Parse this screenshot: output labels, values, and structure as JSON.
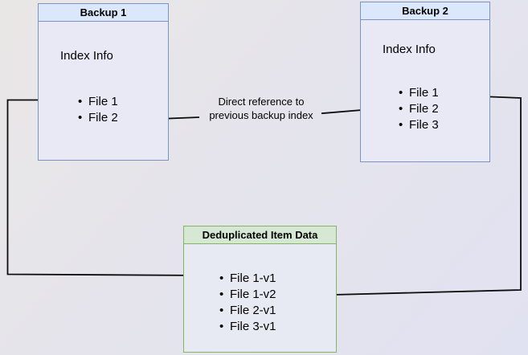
{
  "diagram": {
    "backup1": {
      "title": "Backup 1",
      "subtitle": "Index Info",
      "files": [
        "File 1",
        "File 2"
      ]
    },
    "backup2": {
      "title": "Backup 2",
      "subtitle": "Index Info",
      "files": [
        "File 1",
        "File 2",
        "File 3"
      ]
    },
    "dedup": {
      "title": "Deduplicated Item Data",
      "files": [
        "File 1-v1",
        "File 1-v2",
        "File 2-v1",
        "File 3-v1"
      ]
    },
    "edge_label": {
      "line1": "Direct reference to",
      "line2": "previous backup index"
    },
    "bullet": "•",
    "colors": {
      "blue_header_fill": "#dbe8fb",
      "blue_border": "#7b94c4",
      "green_header_fill": "#d6e8d3",
      "green_border": "#85b464",
      "box_body_fill": "#e8e9f4",
      "connector": "#000000",
      "background_start": "#e9e7e5",
      "background_end": "#e1e2f1"
    }
  }
}
